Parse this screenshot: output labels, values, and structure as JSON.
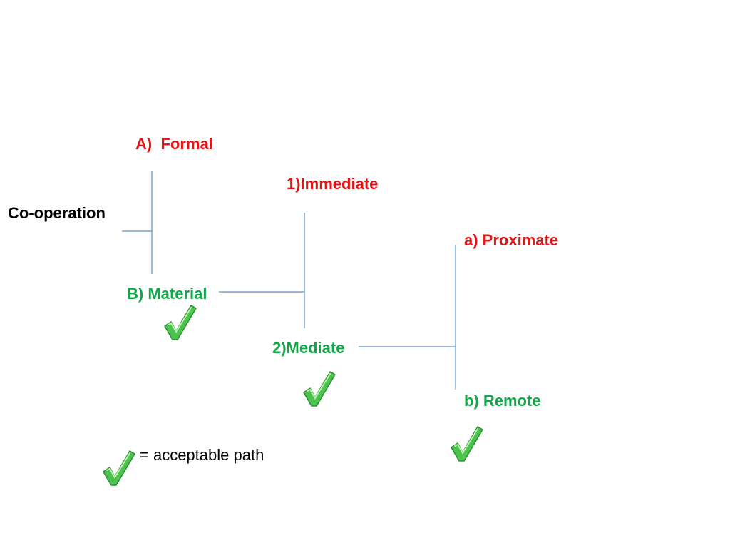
{
  "colors": {
    "rejected": "#e31414",
    "accepted": "#12a84a",
    "connector": "#5b8fc7",
    "root": "#000000"
  },
  "nodes": {
    "root": "Co-operation",
    "formal": "A)  Formal",
    "material": "B) Material",
    "immediate": "1)Immediate",
    "mediate": "2)Mediate",
    "proximate": "a) Proximate",
    "remote": "b) Remote"
  },
  "legend": {
    "icon": "check-icon",
    "text": "= acceptable path"
  }
}
